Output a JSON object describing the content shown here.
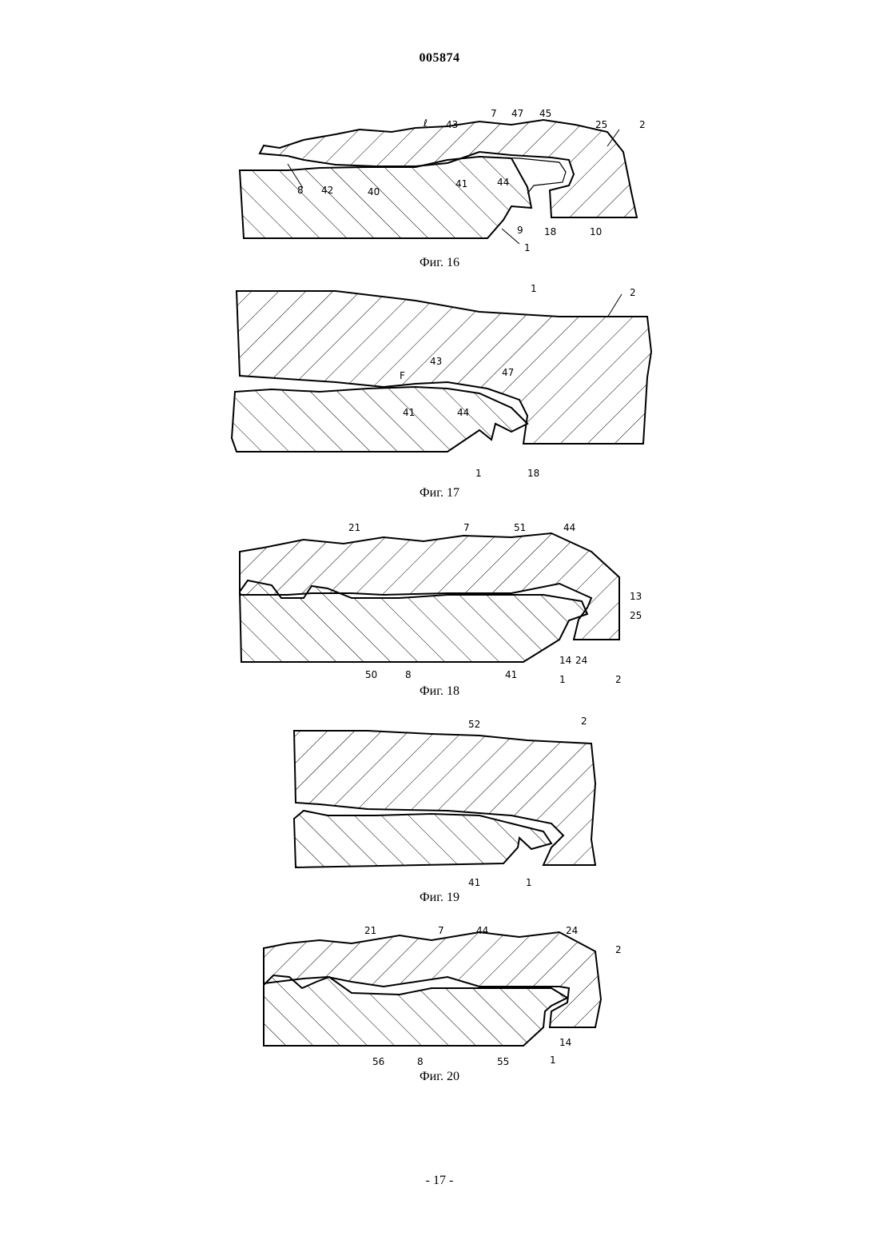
{
  "header": {
    "patent_number": "005874"
  },
  "figures": [
    {
      "caption": "Фиг. 16",
      "labels": [
        "8",
        "42",
        "40",
        "43",
        "41",
        "7",
        "47",
        "45",
        "44",
        "25",
        "2",
        "9",
        "18",
        "10",
        "1",
        "ℓ"
      ]
    },
    {
      "caption": "Фиг. 17",
      "labels": [
        "1",
        "2",
        "F",
        "43",
        "47",
        "41",
        "44",
        "1",
        "18"
      ]
    },
    {
      "caption": "Фиг. 18",
      "labels": [
        "21",
        "7",
        "51",
        "44",
        "13",
        "25",
        "50",
        "8",
        "41",
        "14",
        "24",
        "1",
        "2"
      ]
    },
    {
      "caption": "Фиг. 19",
      "labels": [
        "52",
        "2",
        "41",
        "1"
      ]
    },
    {
      "caption": "Фиг. 20",
      "labels": [
        "21",
        "7",
        "44",
        "24",
        "2",
        "56",
        "8",
        "55",
        "1",
        "14"
      ]
    }
  ],
  "footer": {
    "page_number": "- 17 -"
  }
}
